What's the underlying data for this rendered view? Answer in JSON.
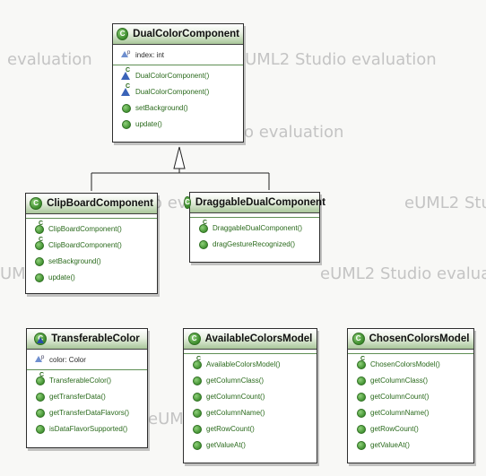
{
  "watermark": "eUML2 Studio evaluation",
  "watermark_fragments": {
    "w1": "evaluation",
    "w2": "eUML2 Studio evaluation",
    "w3": "o evaluation",
    "w4": "o ev",
    "w5": "eUML2 Stu",
    "w6": "UML2",
    "w7": "eUML2 Studio evaluat",
    "w8": "eUML2"
  },
  "classes": {
    "dual": {
      "name": "DualColorComponent",
      "fields": [
        "index: int"
      ],
      "methods": [
        "DualColorComponent()",
        "DualColorComponent()",
        "setBackground()",
        "update()"
      ]
    },
    "clip": {
      "name": "ClipBoardComponent",
      "methods": [
        "ClipBoardComponent()",
        "ClipBoardComponent()",
        "setBackground()",
        "update()"
      ]
    },
    "drag": {
      "name": "DraggableDualComponent",
      "methods": [
        "DraggableDualComponent()",
        "dragGestureRecognized()"
      ]
    },
    "trans": {
      "name": "TransferableColor",
      "fields": [
        "color: Color"
      ],
      "methods": [
        "TransferableColor()",
        "getTransferData()",
        "getTransferDataFlavors()",
        "isDataFlavorSupported()"
      ]
    },
    "avail": {
      "name": "AvailableColorsModel",
      "methods": [
        "AvailableColorsModel()",
        "getColumnClass()",
        "getColumnCount()",
        "getColumnName()",
        "getRowCount()",
        "getValueAt()"
      ]
    },
    "chosen": {
      "name": "ChosenColorsModel",
      "methods": [
        "ChosenColorsModel()",
        "getColumnClass()",
        "getColumnCount()",
        "getColumnName()",
        "getRowCount()",
        "getValueAt()"
      ]
    }
  },
  "colors": {
    "header_gradient_end": "#a9c79a",
    "method_text": "#2a6a1c",
    "border": "#2e2e2e",
    "watermark": "#c4c4c4"
  }
}
